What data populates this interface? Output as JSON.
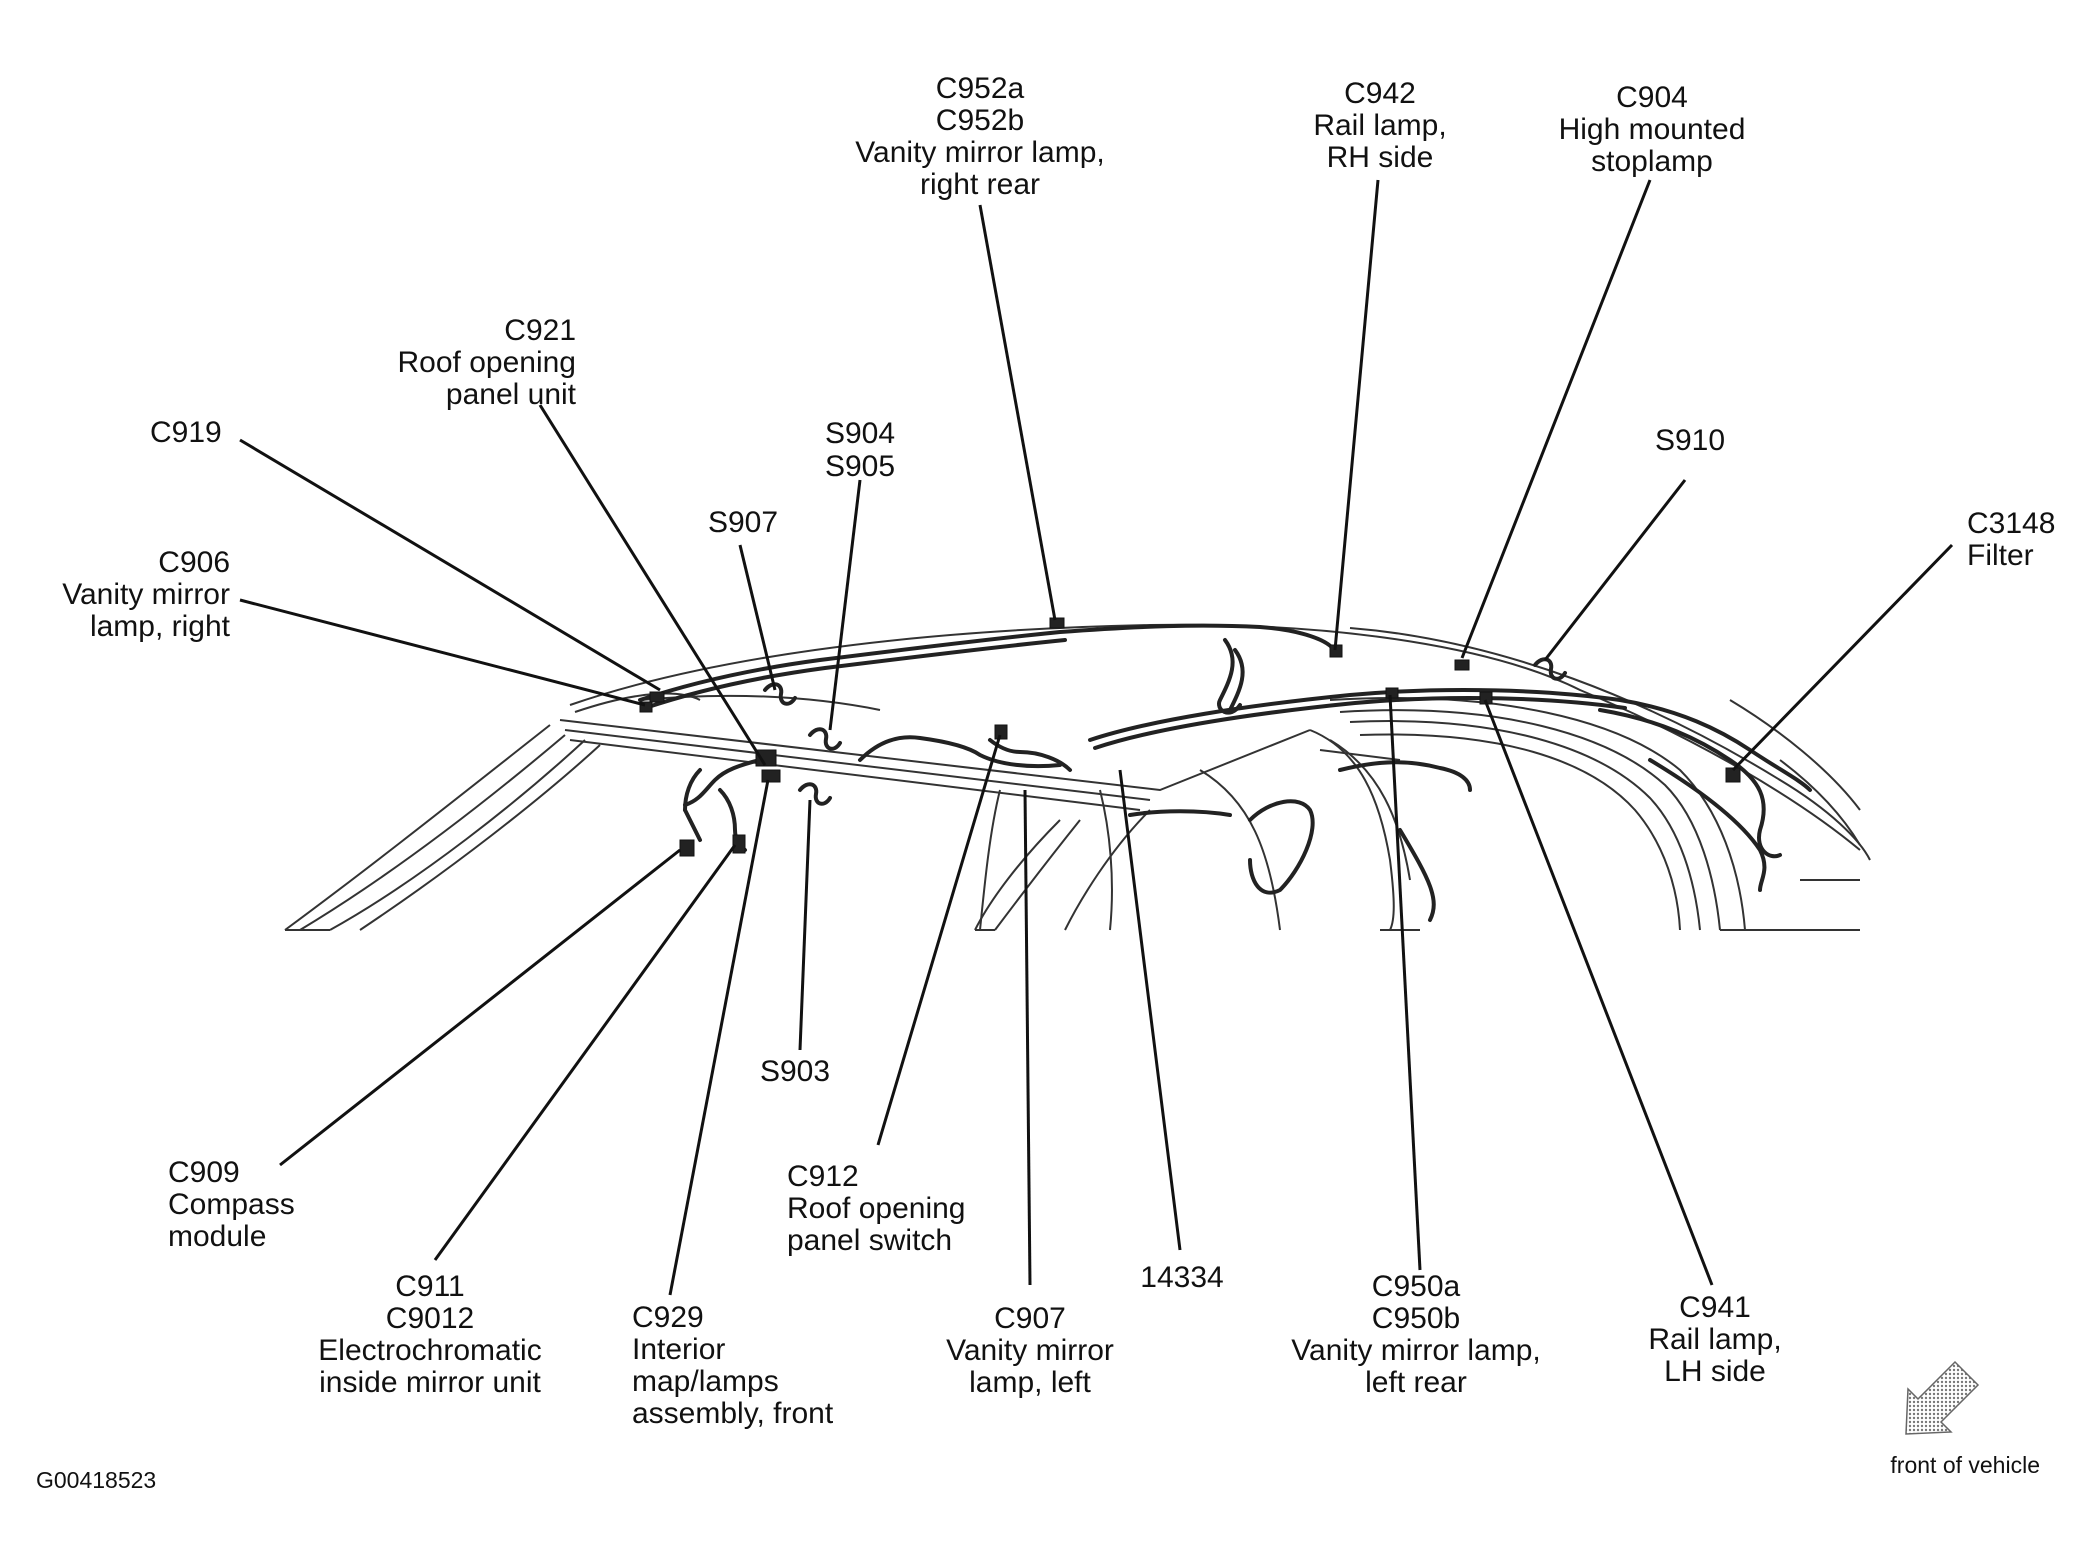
{
  "figure_id": "G00418523",
  "front_of_vehicle": "front of vehicle",
  "callouts": {
    "c952": [
      "C952a",
      "C952b",
      "Vanity mirror lamp,",
      "right rear"
    ],
    "c942": [
      "C942",
      "Rail lamp,",
      "RH side"
    ],
    "c904": [
      "C904",
      "High mounted",
      "stoplamp"
    ],
    "c921": [
      "C921",
      "Roof opening",
      "panel unit"
    ],
    "c919": [
      "C919"
    ],
    "s904": [
      "S904",
      "S905"
    ],
    "s907": [
      "S907"
    ],
    "s910": [
      "S910"
    ],
    "c3148": [
      "C3148",
      "Filter"
    ],
    "c906": [
      "C906",
      "Vanity mirror",
      "lamp, right"
    ],
    "s903": [
      "S903"
    ],
    "c909": [
      "C909",
      "Compass",
      "module"
    ],
    "c912": [
      "C912",
      "Roof opening",
      "panel switch"
    ],
    "c14334": [
      "14334"
    ],
    "c950": [
      "C950a",
      "C950b",
      "Vanity mirror lamp,",
      "left rear"
    ],
    "c941": [
      "C941",
      "Rail lamp,",
      "LH side"
    ],
    "c911": [
      "C911",
      "C9012",
      "Electrochromatic",
      "inside mirror unit"
    ],
    "c929": [
      "C929",
      "Interior",
      "map/lamps",
      "assembly, front"
    ],
    "c907": [
      "C907",
      "Vanity mirror",
      "lamp, left"
    ]
  }
}
